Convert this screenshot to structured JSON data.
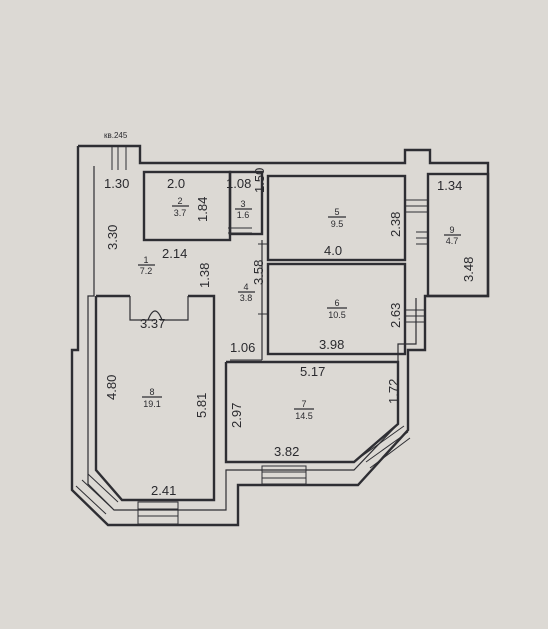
{
  "apartment_tag": "кв.245",
  "rooms": [
    {
      "id": "room-1",
      "number": "1",
      "area": "7.2"
    },
    {
      "id": "room-2",
      "number": "2",
      "area": "3.7"
    },
    {
      "id": "room-3",
      "number": "3",
      "area": "1.6"
    },
    {
      "id": "room-4",
      "number": "4",
      "area": "3.8"
    },
    {
      "id": "room-5",
      "number": "5",
      "area": "9.5"
    },
    {
      "id": "room-6",
      "number": "6",
      "area": "10.5"
    },
    {
      "id": "room-7",
      "number": "7",
      "area": "14.5"
    },
    {
      "id": "room-8",
      "number": "8",
      "area": "19.1"
    },
    {
      "id": "room-9",
      "number": "9",
      "area": "4.7"
    }
  ],
  "dimensions": {
    "d_1_30": "1.30",
    "d_2_0": "2.0",
    "d_1_08": "1.08",
    "d_1_50": "1.50",
    "d_1_84": "1.84",
    "d_3_30": "3.30",
    "d_2_14": "2.14",
    "d_1_38": "1.38",
    "d_3_58": "3.58",
    "d_4_0": "4.0",
    "d_2_38": "2.38",
    "d_1_34": "1.34",
    "d_3_48": "3.48",
    "d_2_63": "2.63",
    "d_3_98": "3.98",
    "d_3_37": "3.37",
    "d_1_06": "1.06",
    "d_4_80": "4.80",
    "d_5_81": "5.81",
    "d_5_17": "5.17",
    "d_1_72": "1.72",
    "d_2_97": "2.97",
    "d_3_82": "3.82",
    "d_2_41": "2.41"
  }
}
